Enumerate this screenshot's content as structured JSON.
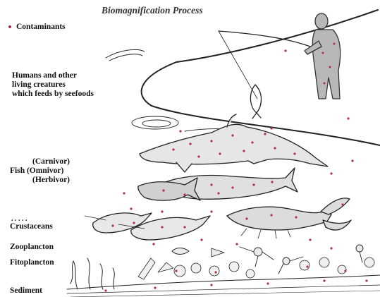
{
  "title": "Biomagnification Process",
  "legend": {
    "marker_color": "#b0304a",
    "label": "Contaminants"
  },
  "levels": {
    "humans": [
      "Humans and other",
      "living creatures",
      "which feeds by seefoods"
    ],
    "fish_carnivor": "(Carnivor)",
    "fish_omnivor": "Fish (Omnivor)",
    "fish_herbivor": "(Herbivor)",
    "crustaceans_dots": ". .  .  .  .",
    "crustaceans": "Crustaceans",
    "zooplancton": "Zooplancton",
    "fitoplancton": "Fitoplancton",
    "sediment": "Sediment"
  },
  "colors": {
    "ink": "#222222",
    "contaminant": "#b0304a",
    "background": "#ffffff"
  }
}
